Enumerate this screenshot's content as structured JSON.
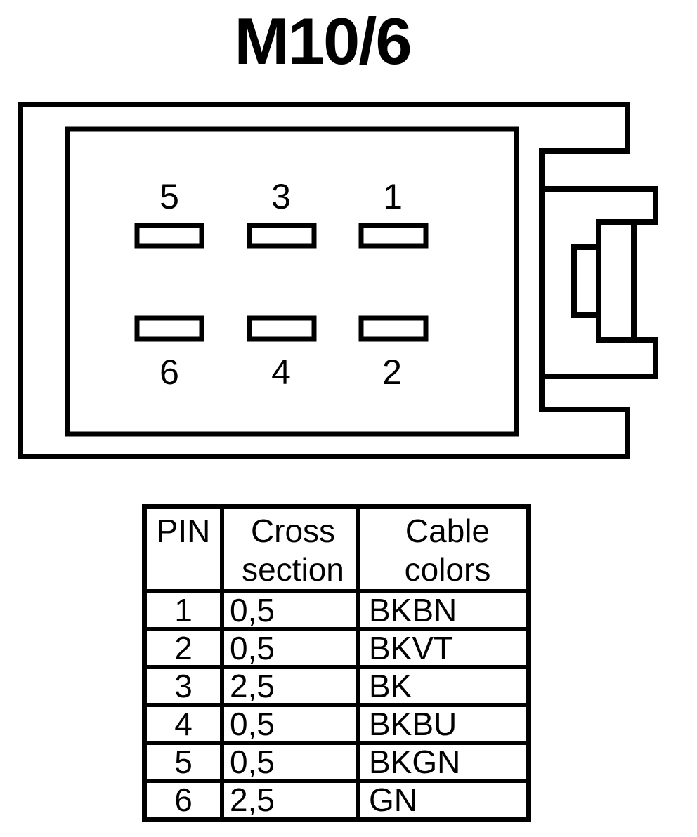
{
  "title": "M10/6",
  "connector": {
    "pin_labels_top": [
      "5",
      "3",
      "1"
    ],
    "pin_labels_bottom": [
      "6",
      "4",
      "2"
    ]
  },
  "table": {
    "headers": {
      "pin": "PIN",
      "cross_section": "Cross section",
      "cable_colors": "Cable colors"
    },
    "rows": [
      {
        "pin": "1",
        "cross_section": "0,5",
        "cable_color": "BKBN"
      },
      {
        "pin": "2",
        "cross_section": "0,5",
        "cable_color": "BKVT"
      },
      {
        "pin": "3",
        "cross_section": "2,5",
        "cable_color": "BK"
      },
      {
        "pin": "4",
        "cross_section": "0,5",
        "cable_color": "BKBU"
      },
      {
        "pin": "5",
        "cross_section": "0,5",
        "cable_color": "BKGN"
      },
      {
        "pin": "6",
        "cross_section": "2,5",
        "cable_color": "GN"
      }
    ]
  },
  "colors": {
    "line": "#000000",
    "background": "#ffffff"
  }
}
